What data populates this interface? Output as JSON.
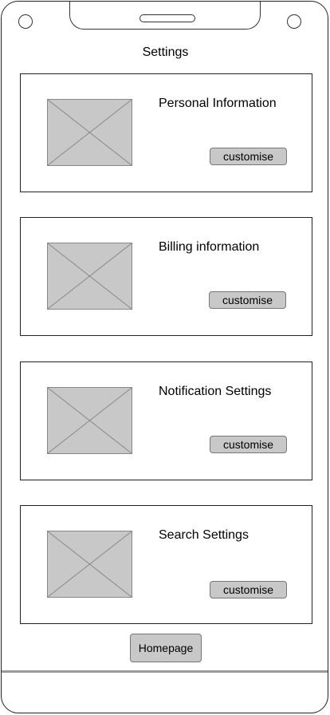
{
  "header": {
    "title": "Settings"
  },
  "cards": [
    {
      "title": "Personal Information",
      "button_label": "customise",
      "image_icon": "image-placeholder-icon"
    },
    {
      "title": "Billing information",
      "button_label": "customise",
      "image_icon": "image-placeholder-icon"
    },
    {
      "title": "Notification Settings",
      "button_label": "customise",
      "image_icon": "image-placeholder-icon"
    },
    {
      "title": "Search Settings",
      "button_label": "customise",
      "image_icon": "image-placeholder-icon"
    }
  ],
  "footer": {
    "home_label": "Homepage"
  },
  "colors": {
    "placeholder_fill": "#c8c8c8",
    "button_fill": "#c8c8c8",
    "border": "#222222"
  }
}
